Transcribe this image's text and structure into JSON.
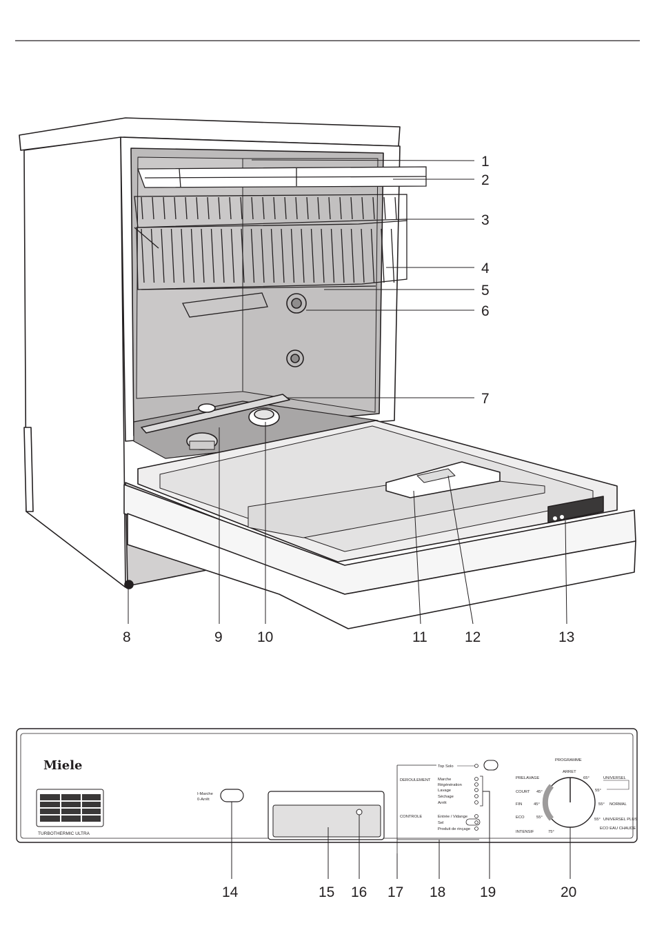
{
  "dishwasher_callouts": [
    "1",
    "2",
    "3",
    "4",
    "5",
    "6",
    "7",
    "8",
    "9",
    "10",
    "11",
    "12",
    "13"
  ],
  "panel_callouts": [
    "14",
    "15",
    "16",
    "17",
    "18",
    "19",
    "20"
  ],
  "panel": {
    "brand": "Miele",
    "model": "TURBOTHERMIC ULTRA",
    "power_label_on": "I-Marche",
    "power_label_off": "0-Arrêt",
    "top_solo": "Top Solo",
    "deroulement_title": "DEROULEMENT",
    "deroulement_items": [
      "Marche",
      "Régénération",
      "Lavage",
      "Séchage",
      "Arrêt"
    ],
    "controle_title": "CONTROLE",
    "controle_items": [
      "Entrée / Vidange",
      "Sel",
      "Produit de rinçage"
    ],
    "programme_title": "PROGRAMME",
    "arret": "ARRET",
    "prog_left": [
      "PRELAVAGE",
      "COURT",
      "FIN",
      "ECO",
      "INTENSIF"
    ],
    "temp_left": [
      "45°",
      "45°",
      "55°",
      "75°"
    ],
    "temp_right": [
      "65°",
      "55°",
      "55°",
      "55°"
    ],
    "prog_right": [
      "UNIVERSEL",
      "NORMAL",
      "UNIVERSEL PLUS",
      "ECO EAU CHAUDE"
    ]
  },
  "colors": {
    "ink": "#231f20",
    "interior": "#bdbbbb",
    "panel_fill": "#ffffff"
  }
}
